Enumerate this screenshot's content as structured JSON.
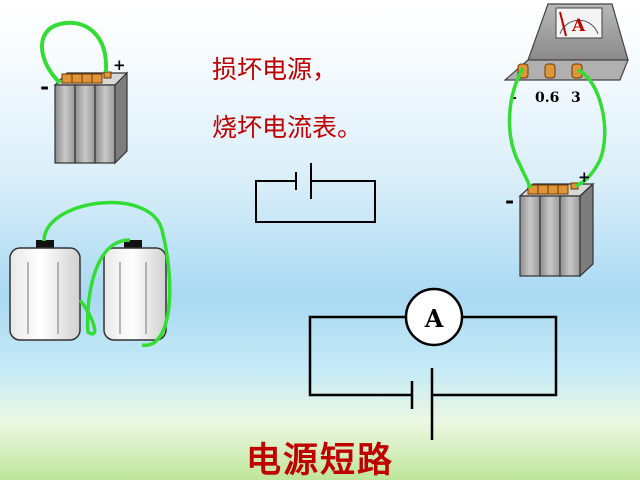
{
  "text": {
    "line1": "损坏电源，",
    "line2": "烧坏电流表。",
    "caption": "电源短路"
  },
  "battery_top_left": {
    "plus": "+",
    "minus": "-"
  },
  "battery_right": {
    "plus": "+",
    "minus": "-"
  },
  "ammeter_meter": {
    "dial": "A",
    "terminal_minus": "-",
    "terminal_06": "0.6",
    "terminal_3": "3"
  },
  "circuit_symbol": {
    "ammeter": "A"
  },
  "colors": {
    "text": "#c00000",
    "wire_green": "#33dd33",
    "wire_black": "#000000"
  }
}
